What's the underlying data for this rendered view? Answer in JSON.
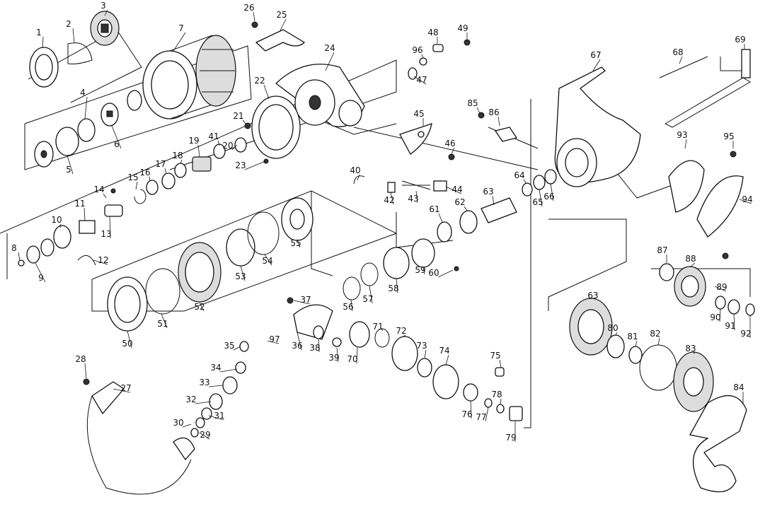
{
  "diagram": {
    "kind": "exploded parts diagram",
    "part_numbers": [
      "1",
      "2",
      "3",
      "4",
      "5",
      "6",
      "7",
      "8",
      "9",
      "10",
      "11",
      "12",
      "13",
      "14",
      "15",
      "16",
      "17",
      "18",
      "19",
      "20",
      "21",
      "22",
      "23",
      "24",
      "25",
      "26",
      "27",
      "28",
      "29",
      "30",
      "31",
      "32",
      "33",
      "34",
      "35",
      "36",
      "37",
      "38",
      "39",
      "40",
      "41",
      "42",
      "43",
      "44",
      "45",
      "46",
      "47",
      "48",
      "49",
      "51",
      "52",
      "53",
      "54",
      "55",
      "56",
      "57",
      "58",
      "59",
      "60",
      "61",
      "62",
      "63",
      "64",
      "65",
      "66",
      "67",
      "68",
      "69",
      "70",
      "71",
      "72",
      "73",
      "74",
      "75",
      "76",
      "77",
      "78",
      "79",
      "80",
      "81",
      "82",
      "83",
      "84",
      "85",
      "86",
      "87",
      "88",
      "89",
      "90",
      "91",
      "92",
      "93",
      "94",
      "95",
      "96",
      "97",
      "50"
    ]
  }
}
